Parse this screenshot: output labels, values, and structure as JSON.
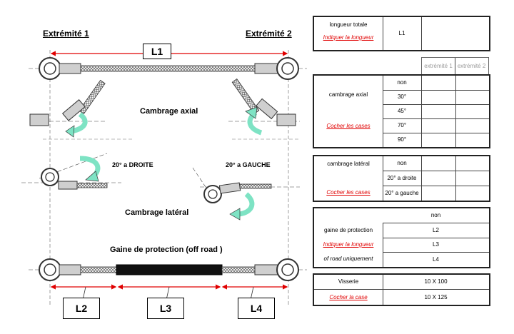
{
  "diagram": {
    "end1": "Extrémité 1",
    "end2": "Extrémité 2",
    "l1": "L1",
    "l2": "L2",
    "l3": "L3",
    "l4": "L4",
    "axial_title": "Cambrage axial",
    "right20": "20° a DROITE",
    "left20": "20° a GAUCHE",
    "lateral_title": "Cambrage latéral",
    "sheath_title": "Gaine de protection (off road )"
  },
  "table_length": {
    "label": "longueur totale",
    "note": "Indiquer la longueur",
    "value": "L1"
  },
  "table_axial": {
    "col1": "extrémité 1",
    "col2": "extrémité 2",
    "label": "cambrage axial",
    "note": "Cocher les cases",
    "options": [
      "non",
      "30°",
      "45°",
      "70°",
      "90°"
    ]
  },
  "table_lateral": {
    "label": "cambrage latéral",
    "note": "Cocher les cases",
    "options": [
      "non",
      "20° a droite",
      "20° a gauche"
    ]
  },
  "table_sheath": {
    "label1": "gaine de protection",
    "note": "Indiquer la longueur",
    "label3": "of road uniquement",
    "options": [
      "non",
      "L2",
      "L3",
      "L4"
    ]
  },
  "table_screw": {
    "label": "Visserie",
    "note": "Cocher la case",
    "options": [
      "10 X 100",
      "10 X 125"
    ]
  }
}
